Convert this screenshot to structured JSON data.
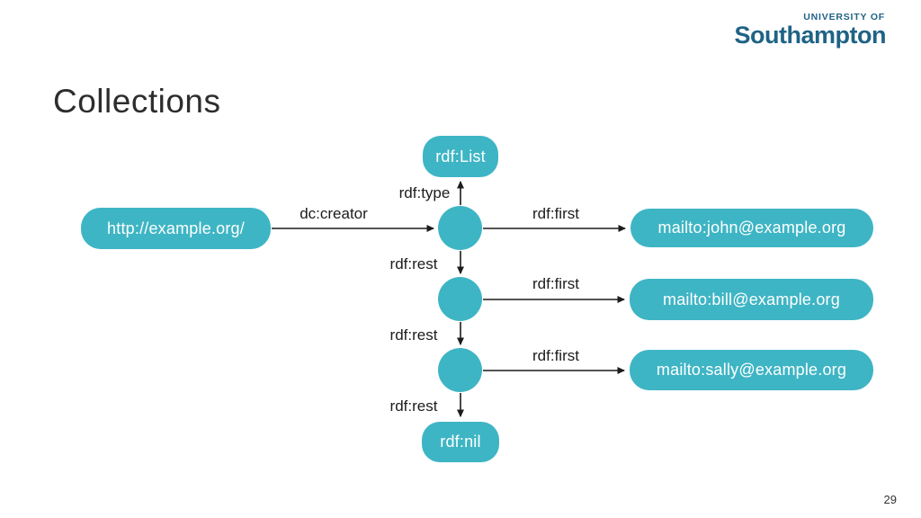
{
  "slide": {
    "title": "Collections",
    "page_number": "29"
  },
  "logo": {
    "top_text": "UNIVERSITY OF",
    "name": "Southampton",
    "color": "#1f6386"
  },
  "colors": {
    "node_fill": "#3eb5c4",
    "node_text": "#ffffff",
    "edge": "#1c1c1c",
    "label_text": "#1c1c1c",
    "title_text": "#2d2d2d"
  },
  "diagram": {
    "nodes": [
      {
        "id": "rdf-list",
        "label": "rdf:List",
        "kind": "resource-pill"
      },
      {
        "id": "example-org",
        "label": "http://example.org/",
        "kind": "resource-pill"
      },
      {
        "id": "blank-node-1",
        "label": "",
        "kind": "blank-node-circle"
      },
      {
        "id": "blank-node-2",
        "label": "",
        "kind": "blank-node-circle"
      },
      {
        "id": "blank-node-3",
        "label": "",
        "kind": "blank-node-circle"
      },
      {
        "id": "mailto-john",
        "label": "mailto:john@example.org",
        "kind": "resource-pill"
      },
      {
        "id": "mailto-bill",
        "label": "mailto:bill@example.org",
        "kind": "resource-pill"
      },
      {
        "id": "mailto-sally",
        "label": "mailto:sally@example.org",
        "kind": "resource-pill"
      },
      {
        "id": "rdf-nil",
        "label": "rdf:nil",
        "kind": "resource-pill"
      }
    ],
    "edge_labels": [
      {
        "id": "dc-creator",
        "label": "dc:creator"
      },
      {
        "id": "rdf-type",
        "label": "rdf:type"
      },
      {
        "id": "rdf-first-1",
        "label": "rdf:first"
      },
      {
        "id": "rdf-rest-1",
        "label": "rdf:rest"
      },
      {
        "id": "rdf-first-2",
        "label": "rdf:first"
      },
      {
        "id": "rdf-rest-2",
        "label": "rdf:rest"
      },
      {
        "id": "rdf-first-3",
        "label": "rdf:first"
      },
      {
        "id": "rdf-rest-3",
        "label": "rdf:rest"
      }
    ]
  }
}
